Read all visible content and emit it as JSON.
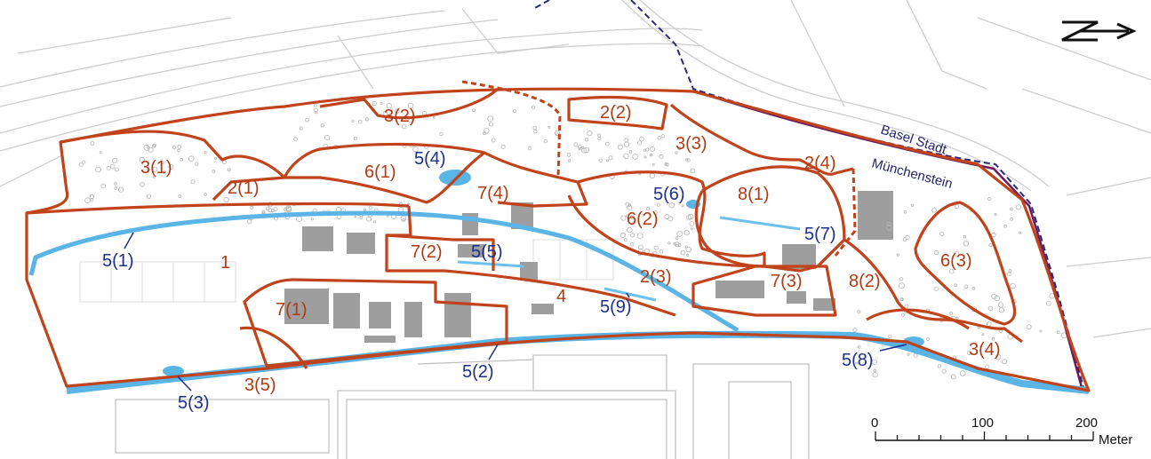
{
  "zones": [
    {
      "id": "z1",
      "label": "1"
    },
    {
      "id": "z21",
      "label": "2(1)"
    },
    {
      "id": "z22",
      "label": "2(2)"
    },
    {
      "id": "z23",
      "label": "2(3)"
    },
    {
      "id": "z24",
      "label": "2(4)"
    },
    {
      "id": "z31",
      "label": "3(1)"
    },
    {
      "id": "z32",
      "label": "3(2)"
    },
    {
      "id": "z33",
      "label": "3(3)"
    },
    {
      "id": "z34",
      "label": "3(4)"
    },
    {
      "id": "z35",
      "label": "3(5)"
    },
    {
      "id": "z4",
      "label": "4"
    },
    {
      "id": "z61",
      "label": "6(1)"
    },
    {
      "id": "z62",
      "label": "6(2)"
    },
    {
      "id": "z63",
      "label": "6(3)"
    },
    {
      "id": "z71",
      "label": "7(1)"
    },
    {
      "id": "z72",
      "label": "7(2)"
    },
    {
      "id": "z73",
      "label": "7(3)"
    },
    {
      "id": "z74",
      "label": "7(4)"
    },
    {
      "id": "z81",
      "label": "8(1)"
    },
    {
      "id": "z82",
      "label": "8(2)"
    }
  ],
  "water_features": [
    {
      "id": "w1",
      "label": "5(1)"
    },
    {
      "id": "w2",
      "label": "5(2)"
    },
    {
      "id": "w3",
      "label": "5(3)"
    },
    {
      "id": "w4",
      "label": "5(4)"
    },
    {
      "id": "w5",
      "label": "5(5)"
    },
    {
      "id": "w6",
      "label": "5(6)"
    },
    {
      "id": "w7",
      "label": "5(7)"
    },
    {
      "id": "w8",
      "label": "5(8)"
    },
    {
      "id": "w9",
      "label": "5(9)"
    }
  ],
  "regions": {
    "basel": "Basel Stadt",
    "munchenstein": "Münchenstein"
  },
  "scale_bar": {
    "ticks": [
      {
        "label": "0",
        "value": 0
      },
      {
        "label": "100",
        "value": 100
      },
      {
        "label": "200",
        "value": 200
      }
    ],
    "unit": "Meter"
  },
  "colors": {
    "zone_boundary": "#c0431b",
    "water": "#5ab4e6",
    "municipal_border": "#2a2a7a",
    "buildings": "#9c9c9c",
    "basemap_lines": "#c8c8c8"
  },
  "icons": {
    "north_arrow": "north-arrow-icon"
  }
}
